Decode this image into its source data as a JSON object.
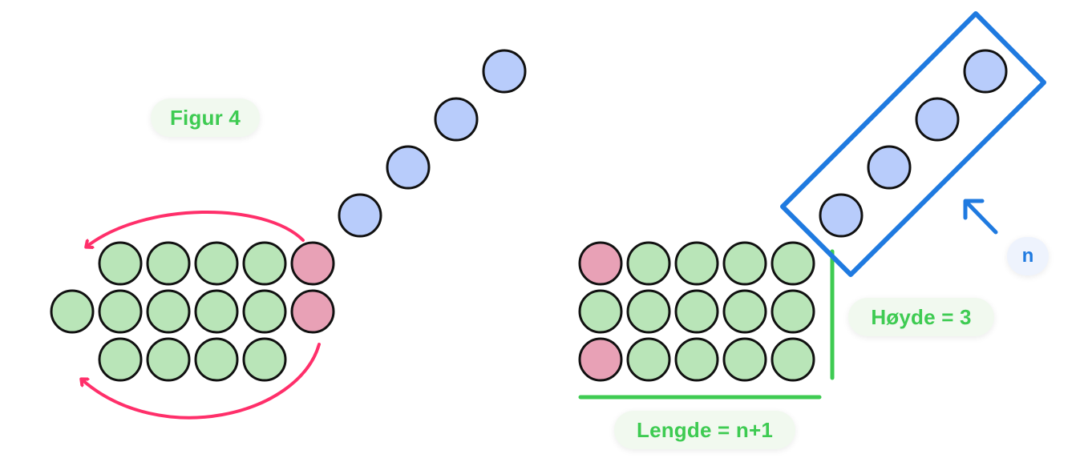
{
  "colors": {
    "green_fill": "#b9e5b8",
    "pink_fill": "#e8a1b6",
    "blue_fill": "#b8ccfb",
    "outline": "#111111",
    "arrow_pink": "#ff2f6a",
    "frame_blue": "#1f7ae0",
    "label_green": "#3ecb52"
  },
  "labels": {
    "figure": "Figur 4",
    "height": "Høyde = 3",
    "length": "Lengde = n+1",
    "n": "n"
  }
}
